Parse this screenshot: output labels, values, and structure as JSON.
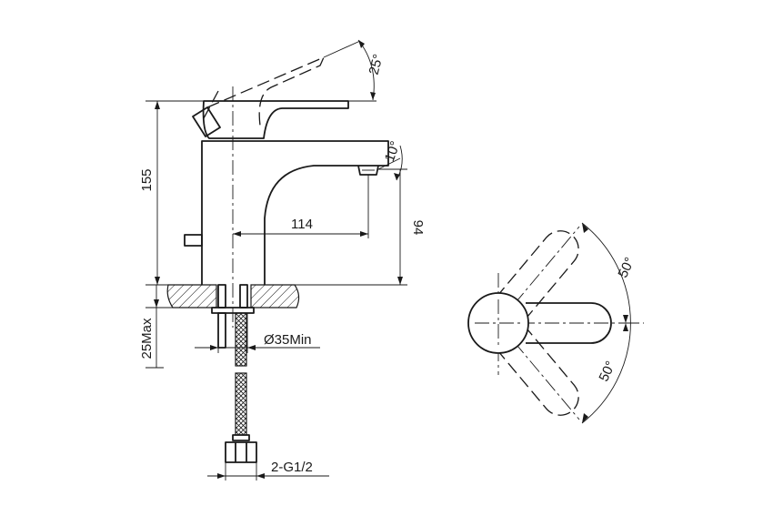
{
  "dimensions": {
    "height_total": "155",
    "spout_reach": "114",
    "spout_height": "94",
    "lever_tilt": "25°",
    "aerator_angle": "10°",
    "deck_thickness": "25Max",
    "hole_diameter": "Ø35Min",
    "hose_thread": "2-G1/2",
    "rotation_upper": "50°",
    "rotation_lower": "50°"
  }
}
